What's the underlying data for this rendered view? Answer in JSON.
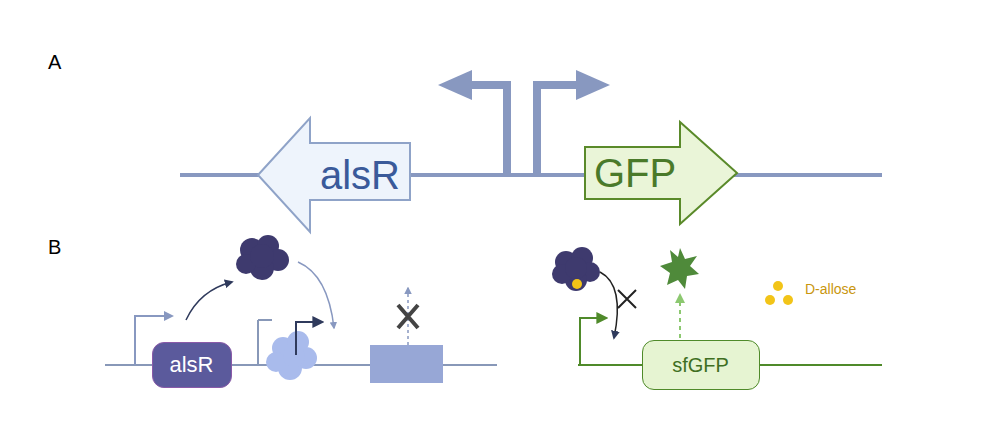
{
  "diagram": {
    "nodes": [
      {
        "text": [
          "alsR"
        ]
      },
      {
        "text": [
          "GFP"
        ]
      },
      {
        "text": [
          "alsR"
        ]
      },
      {
        "text": [
          "sfGFP"
        ]
      }
    ],
    "labels": [
      "A",
      "B",
      "D-allose"
    ]
  }
}
